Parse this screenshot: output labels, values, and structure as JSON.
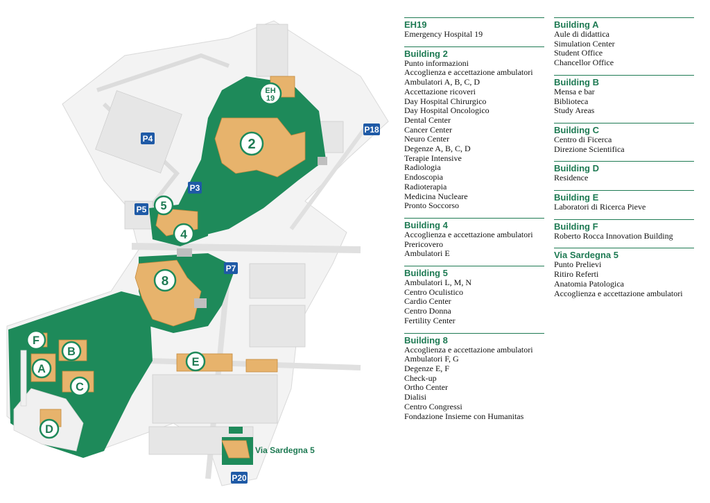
{
  "colors": {
    "green": "#1e8a5a",
    "dark_green": "#1e7a53",
    "building": "#e7b36c",
    "parking_blue": "#1f5aa6",
    "road": "#f2f2f2"
  },
  "map": {
    "markers": [
      {
        "id": "eh19",
        "label": "EH\n19"
      },
      {
        "id": "2",
        "label": "2"
      },
      {
        "id": "5",
        "label": "5"
      },
      {
        "id": "4",
        "label": "4"
      },
      {
        "id": "8",
        "label": "8"
      },
      {
        "id": "E",
        "label": "E"
      },
      {
        "id": "F",
        "label": "F"
      },
      {
        "id": "B",
        "label": "B"
      },
      {
        "id": "A",
        "label": "A"
      },
      {
        "id": "C",
        "label": "C"
      },
      {
        "id": "D",
        "label": "D"
      }
    ],
    "parking": [
      "P4",
      "P18",
      "P3",
      "P5",
      "P7",
      "P20"
    ],
    "via_sardegna_label": "Via Sardegna 5"
  },
  "legend": {
    "left": [
      {
        "title": "EH19",
        "items": [
          "Emergency Hospital 19"
        ]
      },
      {
        "title": "Building 2",
        "items": [
          "Punto informazioni",
          "Accoglienza e accettazione ambulatori",
          "Ambulatori A, B, C, D",
          "Accettazione ricoveri",
          "Day Hospital Chirurgico",
          "Day Hospital Oncologico",
          "Dental Center",
          "Cancer Center",
          "Neuro Center",
          "Degenze A, B, C, D",
          "Terapie Intensive",
          "Radiologia",
          "Endoscopia",
          "Radioterapia",
          "Medicina Nucleare",
          "Pronto Soccorso"
        ]
      },
      {
        "title": "Building 4",
        "items": [
          "Accoglienza e accettazione ambulatori",
          "Prericovero",
          "Ambulatori E"
        ]
      },
      {
        "title": "Building 5",
        "items": [
          "Ambulatori L, M, N",
          "Centro Oculistico",
          "Cardio Center",
          "Centro Donna",
          "Fertility Center"
        ]
      },
      {
        "title": "Building 8",
        "items": [
          "Accoglienza e accettazione ambulatori",
          "Ambulatori F, G",
          "Degenze E, F",
          "Check-up",
          "Ortho Center",
          "Dialisi",
          "Centro Congressi",
          "Fondazione Insieme con Humanitas"
        ]
      }
    ],
    "right": [
      {
        "title": "Building A",
        "items": [
          "Aule di didattica",
          "Simulation Center",
          "Student Office",
          "Chancellor Office"
        ]
      },
      {
        "title": "Building B",
        "items": [
          "Mensa e bar",
          "Biblioteca",
          "Study Areas"
        ]
      },
      {
        "title": "Building C",
        "items": [
          "Centro di Ficerca",
          "Direzione Scientifica"
        ]
      },
      {
        "title": "Building D",
        "items": [
          "Residence"
        ]
      },
      {
        "title": "Building E",
        "items": [
          "Laboratori di Ricerca Pieve"
        ]
      },
      {
        "title": "Building F",
        "items": [
          "Roberto Rocca Innovation Building"
        ]
      },
      {
        "title": "Via Sardegna 5",
        "items": [
          "Punto Prelievi",
          "Ritiro Referti",
          "Anatomia Patologica",
          "Accoglienza e accettazione ambulatori"
        ]
      }
    ]
  }
}
